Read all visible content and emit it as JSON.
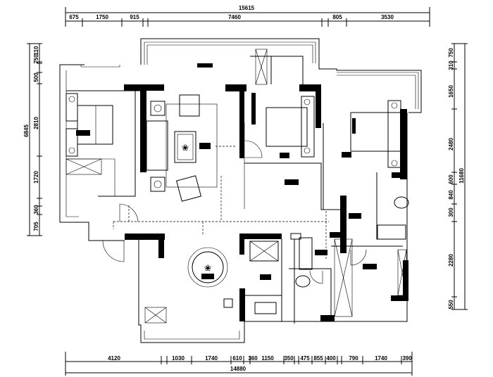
{
  "top_dims": {
    "total": "15615",
    "segments": [
      "675",
      "1750",
      "915",
      "7460",
      "805",
      "3530"
    ]
  },
  "bottom_dims": {
    "total": "14880",
    "segments": [
      "4120",
      "1030",
      "1740",
      "610",
      "360",
      "1150",
      "350",
      "475",
      "855",
      "400",
      "790",
      "1740",
      "390"
    ]
  },
  "left_dims": {
    "total": "6845",
    "segments": [
      "110",
      "750",
      "500",
      "2810",
      "1720",
      "360",
      "705"
    ]
  },
  "right_dims": {
    "total": "11680",
    "segments": [
      "750",
      "310",
      "1650",
      "2480",
      "600",
      "840",
      "300",
      "2280",
      "550"
    ]
  }
}
